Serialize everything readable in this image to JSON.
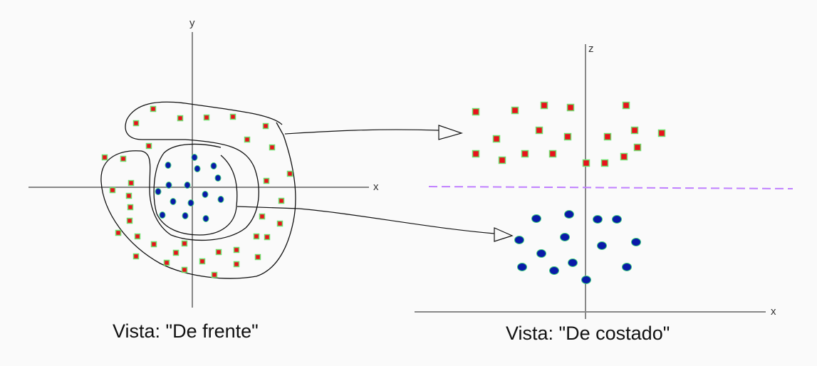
{
  "front_view": {
    "caption": "Vista: \"De frente\"",
    "x_axis_label": "x",
    "y_axis_label": "y"
  },
  "side_view": {
    "caption": "Vista: \"De costado\"",
    "x_axis_label": "x",
    "z_axis_label": "z"
  },
  "colors": {
    "class_a": "#e8121c",
    "class_a_outline": "#6fe06f",
    "class_b": "#0a1aa8",
    "class_b_outline": "#3fcf7f",
    "separator": "#c080ff",
    "axis": "#808080"
  }
}
